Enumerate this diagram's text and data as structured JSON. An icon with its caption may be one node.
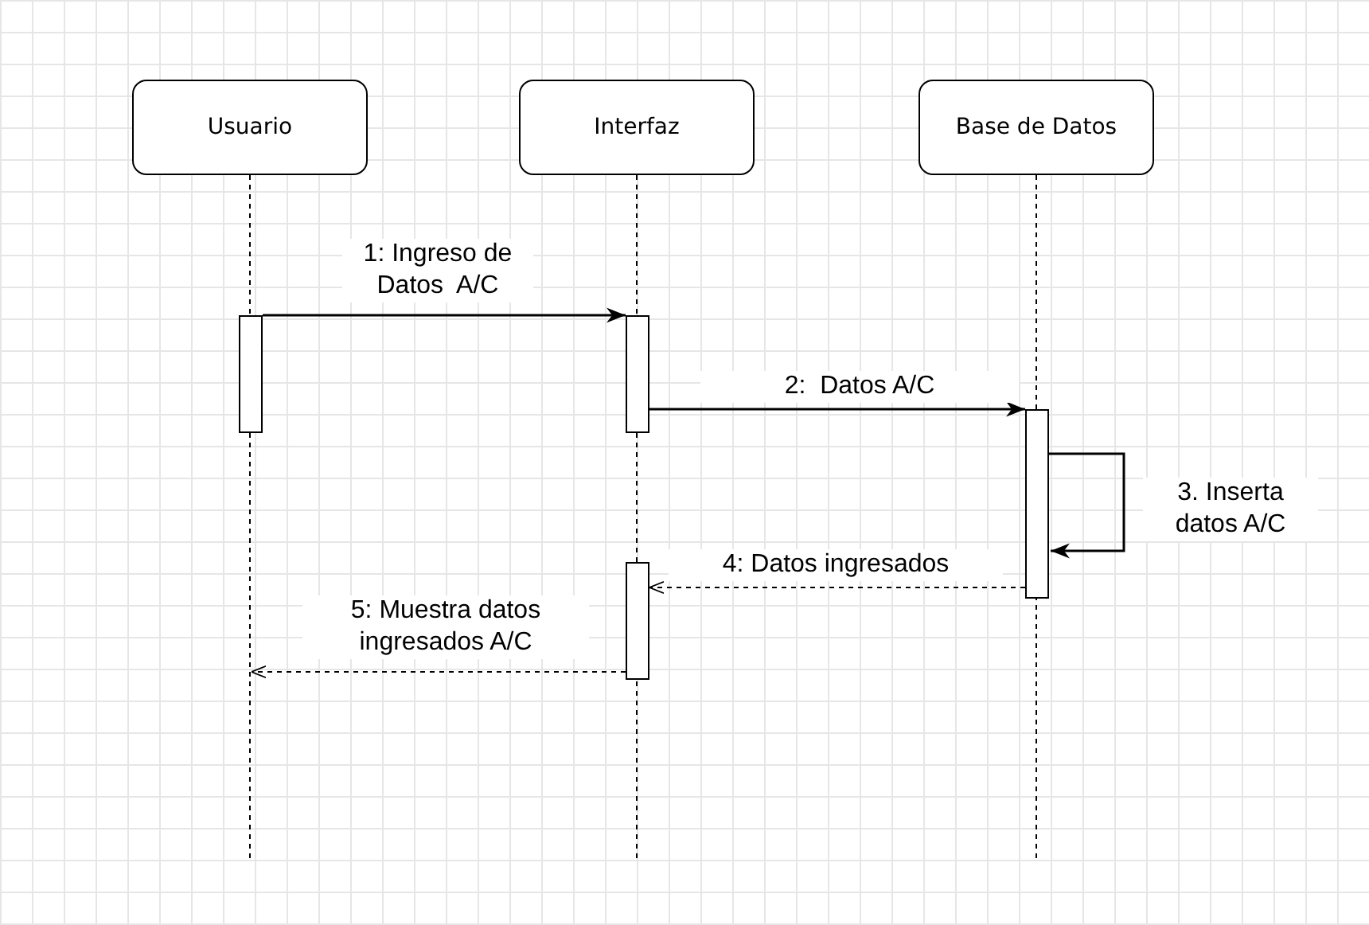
{
  "diagram": {
    "nodes": [
      {
        "text": [
          "Usuario"
        ]
      },
      {
        "text": [
          "Interfaz"
        ]
      },
      {
        "text": [
          "Base de Datos"
        ]
      },
      {
        "text": [],
        "shape": "bar"
      },
      {
        "text": [],
        "shape": "bar"
      },
      {
        "text": [],
        "shape": "bar"
      },
      {
        "text": [],
        "shape": "bar"
      }
    ],
    "edges": [
      {
        "from": 3,
        "to": 4,
        "arrow": "to",
        "label": "1: Ingreso de Datos  A/C"
      },
      {
        "from": 4,
        "to": 5,
        "arrow": "to",
        "label": "2:  Datos A/C"
      },
      {
        "from": 5,
        "to": 5,
        "arrow": "to",
        "label": "3. Inserta datos A/C"
      },
      {
        "from": 5,
        "to": 6,
        "arrow": "to",
        "style": "dashed",
        "label": "4: Datos ingresados"
      },
      {
        "from": 6,
        "to": null,
        "arrow": "to",
        "style": "dashed",
        "label": "5: Muestra datos ingresados A/C"
      }
    ]
  }
}
